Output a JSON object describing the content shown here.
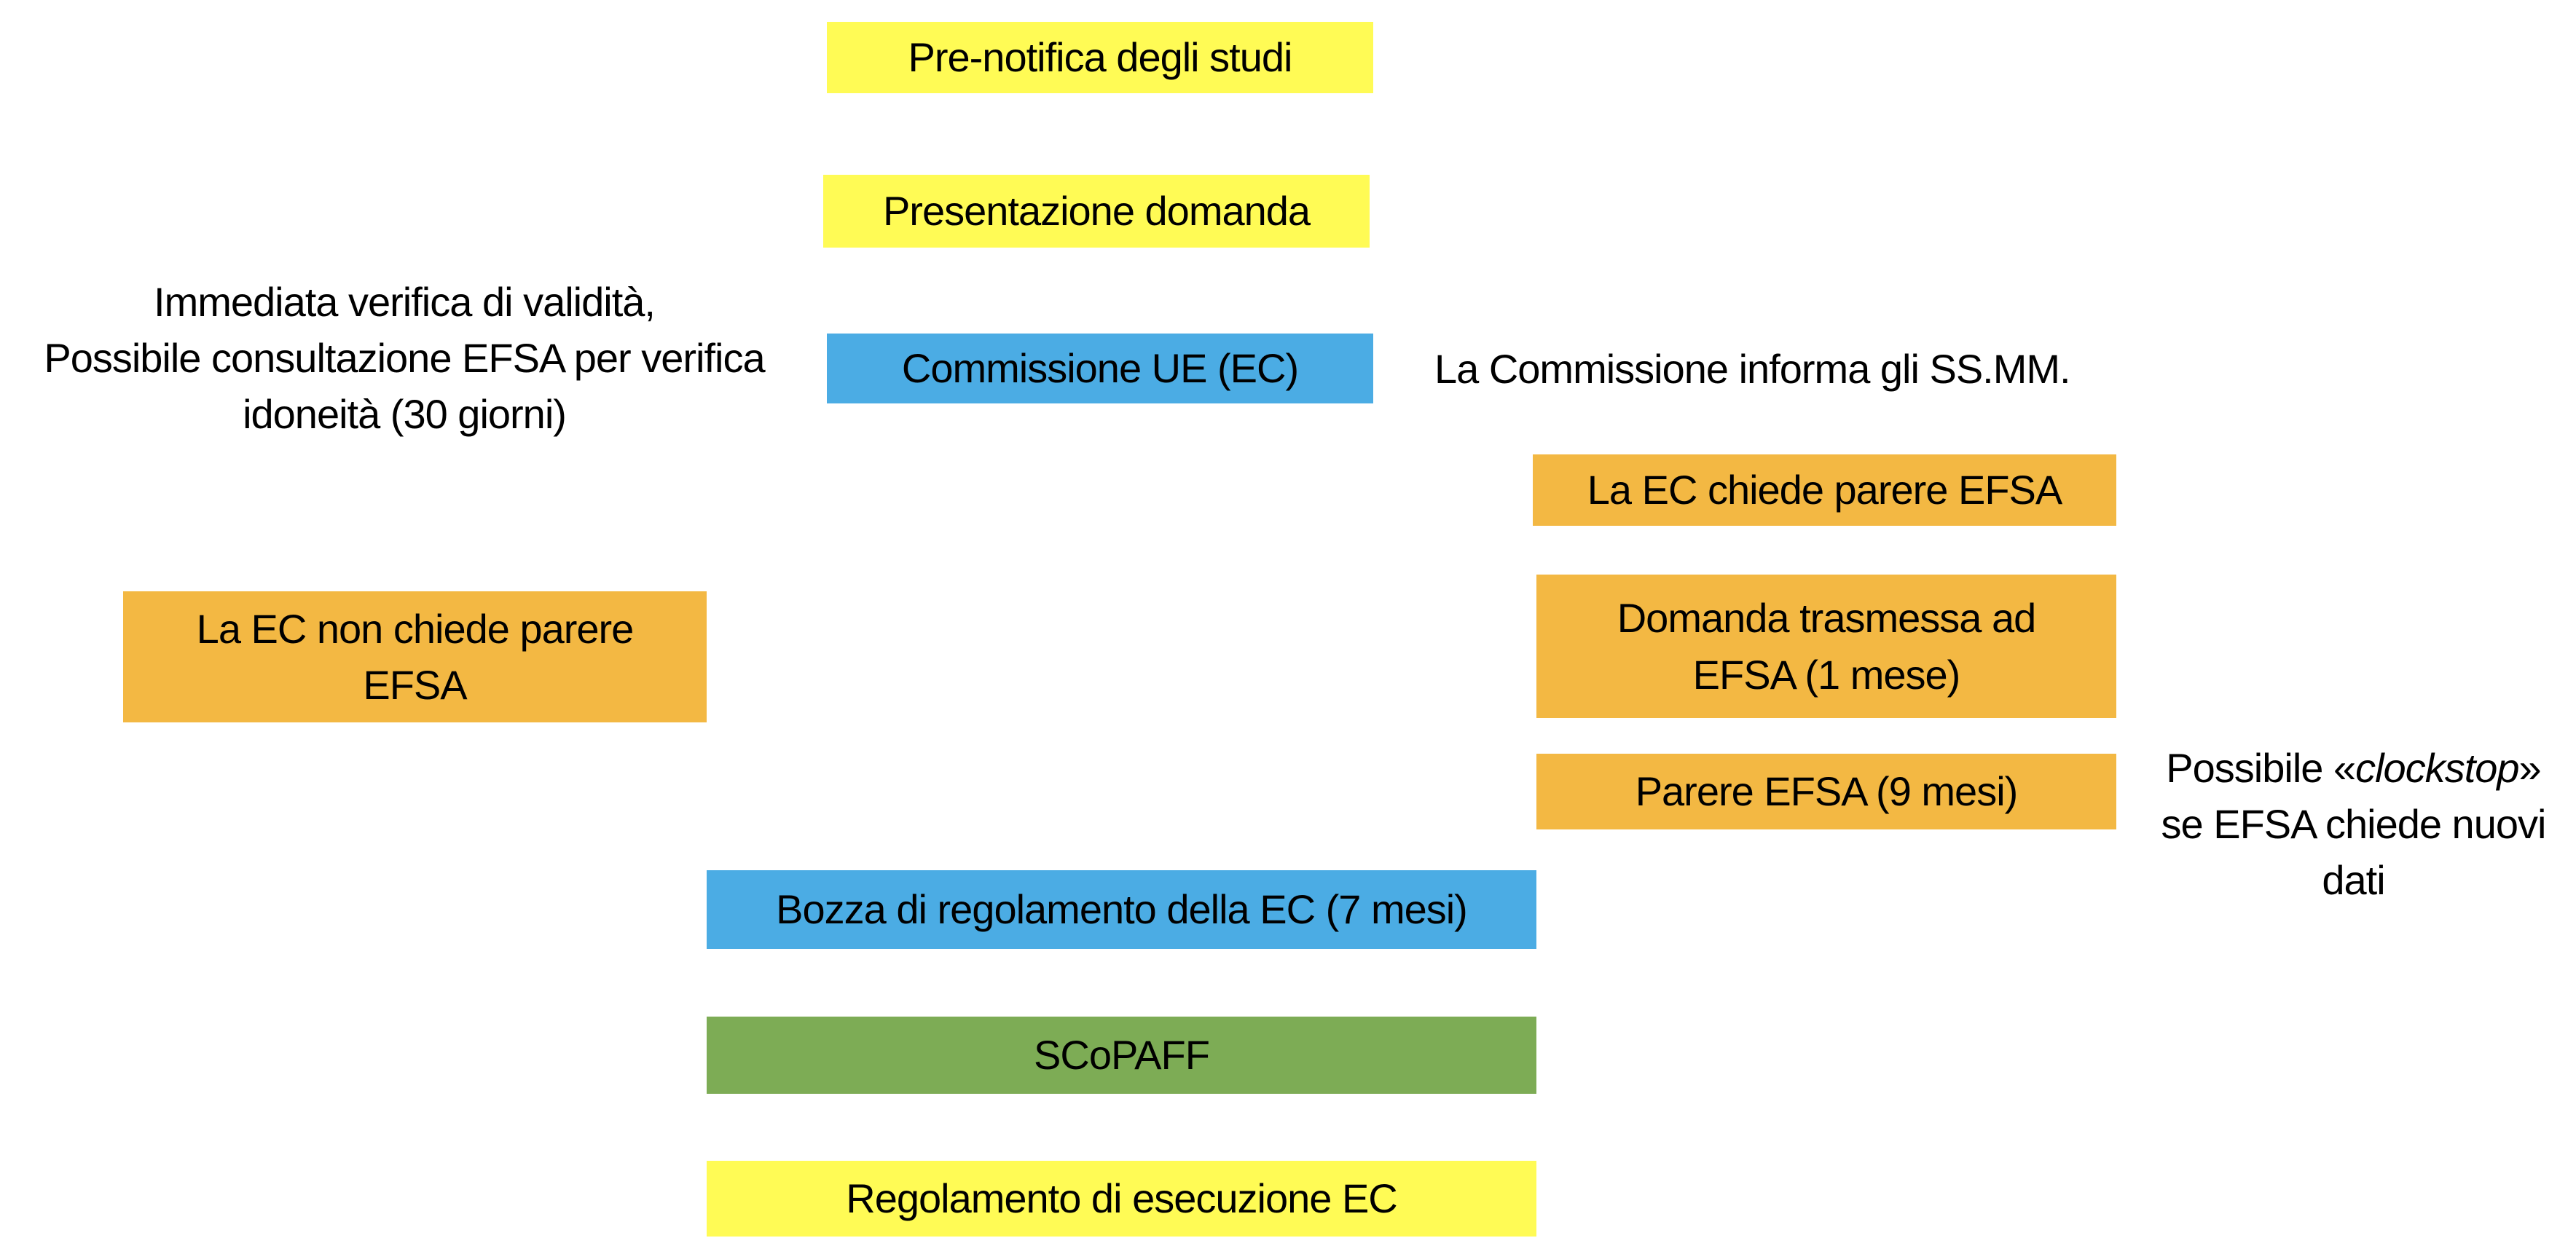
{
  "diagram": {
    "background": "#ffffff",
    "text_color": "#000000",
    "colors": {
      "yellow": "#FFFB55",
      "blue": "#4BACE4",
      "orange": "#F3B843",
      "green": "#7DAC55"
    },
    "boxes": {
      "pre_notifica": {
        "label": "Pre-notifica degli studi",
        "color": "yellow"
      },
      "presentazione": {
        "label": "Presentazione domanda",
        "color": "yellow"
      },
      "commissione": {
        "label": "Commissione UE (EC)",
        "color": "blue"
      },
      "ec_non_chiede": {
        "label": "La EC non chiede parere EFSA",
        "color": "orange"
      },
      "ec_chiede": {
        "label": "La EC chiede parere EFSA",
        "color": "orange"
      },
      "domanda_trasmessa": {
        "label": "Domanda trasmessa ad EFSA (1 mese)",
        "color": "orange"
      },
      "parere_efsa": {
        "label": "Parere EFSA (9 mesi)",
        "color": "orange"
      },
      "bozza": {
        "label": "Bozza di regolamento della EC (7 mesi)",
        "color": "blue"
      },
      "scopaff": {
        "label": "SCoPAFF",
        "color": "green"
      },
      "regolamento": {
        "label": "Regolamento di esecuzione EC",
        "color": "yellow"
      }
    },
    "notes": {
      "verifica": {
        "line1": "Immediata verifica di validità,",
        "line2": "Possibile consultazione EFSA per verifica",
        "line3": "idoneità (30 giorni)"
      },
      "informa": {
        "text": "La Commissione informa gli SS.MM."
      },
      "clockstop": {
        "line1_prefix": "Possibile «",
        "line1_italic": "clockstop",
        "line1_suffix": "»",
        "line2": "se EFSA chiede nuovi",
        "line3": "dati"
      }
    }
  }
}
